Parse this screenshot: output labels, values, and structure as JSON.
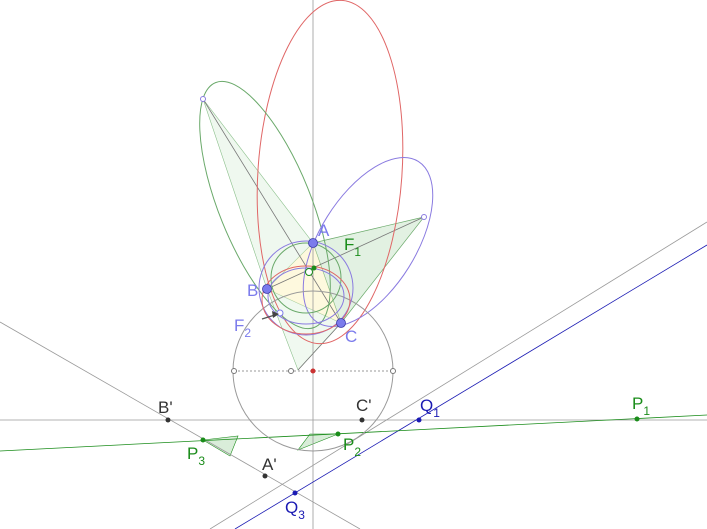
{
  "colors": {
    "blue_point": "#7b7bec",
    "green": "#1a8c1a",
    "dark_blue": "#1a1ab3",
    "black": "#333333",
    "red": "#cc3333",
    "red_curve": "#e06666",
    "green_curve": "#6aa96a",
    "purple_curve": "#8a7be0",
    "gray_line": "#9a9a9a"
  },
  "labels": {
    "A": "A",
    "B": "B",
    "C": "C",
    "F1": "F",
    "F1_sub": "1",
    "F2": "F",
    "F2_sub": "2",
    "Ap": "A'",
    "Bp": "B'",
    "Cp": "C'",
    "P1": "P",
    "P1_sub": "1",
    "P2": "P",
    "P2_sub": "2",
    "P3": "P",
    "P3_sub": "3",
    "Q1": "Q",
    "Q1_sub": "1",
    "Q3": "Q",
    "Q3_sub": "3"
  }
}
